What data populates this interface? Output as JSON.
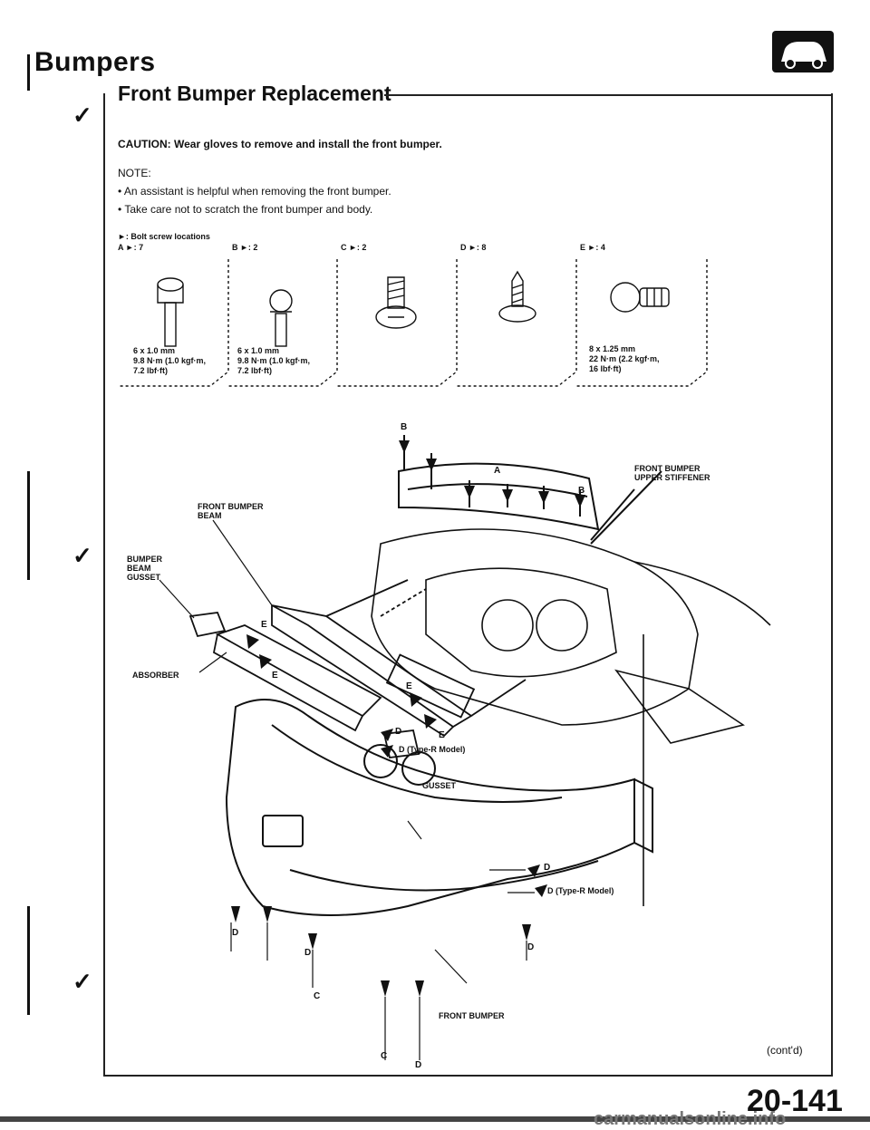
{
  "header": {
    "title": "Bumpers",
    "subtitle": "Front Bumper Replacement"
  },
  "caution": {
    "label": "CAUTION:",
    "text": "Wear gloves to remove and install the front bumper."
  },
  "note": {
    "label": "NOTE:",
    "items": [
      "An assistant is helpful when removing the front bumper.",
      "Take care not to scratch the front bumper and body."
    ]
  },
  "legend": "►: Bolt screw locations",
  "fasteners": [
    {
      "loc": "A ►: 7",
      "spec": [
        "6 x 1.0 mm",
        "9.8 N·m (1.0 kgf·m,",
        "7.2 lbf·ft)"
      ]
    },
    {
      "loc": "B ►: 2",
      "spec": [
        "6 x 1.0 mm",
        "9.8 N·m (1.0 kgf·m,",
        "7.2 lbf·ft)"
      ]
    },
    {
      "loc": "C ►: 2",
      "spec": []
    },
    {
      "loc": "D ►: 8",
      "spec": []
    },
    {
      "loc": "E ►: 4",
      "spec": [
        "8 x 1.25 mm",
        "22 N·m (2.2 kgf·m,",
        "16 lbf·ft)"
      ]
    }
  ],
  "callouts": {
    "stiffener": [
      "FRONT BUMPER",
      "UPPER STIFFENER"
    ],
    "beam": [
      "FRONT BUMPER",
      "BEAM"
    ],
    "beam_gusset": [
      "BUMPER",
      "BEAM",
      "GUSSET"
    ],
    "absorber": "ABSORBER",
    "gusset": "GUSSET",
    "front_bumper": "FRONT BUMPER",
    "type_r_1": "D (Type-R Model)",
    "type_r_2": "D (Type-R Model)"
  },
  "letters": {
    "a": "A",
    "b": "B",
    "c": "C",
    "d": "D",
    "e": "E"
  },
  "footer": {
    "contd": "(cont'd)",
    "page": "20-141",
    "watermark": "carmanualsonline.info"
  }
}
